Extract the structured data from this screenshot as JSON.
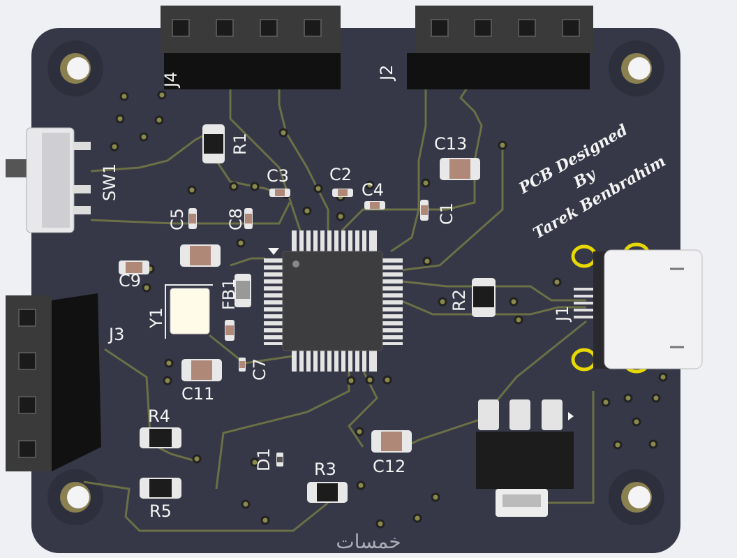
{
  "board": {
    "colors": {
      "soldermask": "#363747",
      "trace": "#6b7046",
      "silkscreen": "#f4f4f4",
      "header": "#2a2a2a",
      "background": "#eef0f4"
    },
    "designer_text": {
      "line1": "PCB Designed",
      "line2": "By",
      "line3": "Tarek Benbrahim"
    },
    "references": {
      "J1": "J1",
      "J2": "J2",
      "J3": "J3",
      "J4": "J4",
      "SW1": "SW1",
      "R1": "R1",
      "R2": "R2",
      "R3": "R3",
      "R4": "R4",
      "R5": "R5",
      "C1": "C1",
      "C2": "C2",
      "C3": "C3",
      "C4": "C4",
      "C5": "C5",
      "C7": "C7",
      "C8": "C8",
      "C9": "C9",
      "C11": "C11",
      "C12": "C12",
      "C13": "C13",
      "FB1": "FB1",
      "Y1": "Y1",
      "D1": "D1"
    },
    "watermark": "خمسات"
  }
}
